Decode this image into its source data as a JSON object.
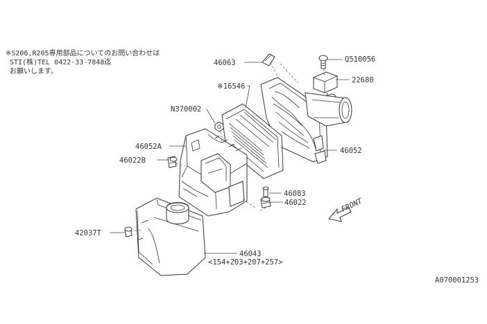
{
  "note": {
    "line1": "※S206,R205専用部品についてのお問い合わせは",
    "line2": "STI(株)TEL 0422-33-7848迄",
    "line3": "お願いします。"
  },
  "callouts": [
    {
      "key": "p46063",
      "text": "46063"
    },
    {
      "key": "q510056",
      "text": "Q510056"
    },
    {
      "key": "p22680",
      "text": "22680"
    },
    {
      "key": "p16546",
      "text": "※16546"
    },
    {
      "key": "n370002",
      "text": "N370002"
    },
    {
      "key": "p46052a",
      "text": "46052A"
    },
    {
      "key": "p46022b",
      "text": "46022B"
    },
    {
      "key": "p46052",
      "text": "46052"
    },
    {
      "key": "p46083",
      "text": "46083"
    },
    {
      "key": "p46022",
      "text": "46022"
    },
    {
      "key": "p42037t",
      "text": "42037T"
    },
    {
      "key": "p46043",
      "text": "46043"
    },
    {
      "key": "p46043sub",
      "text": "<154+203+207+257>"
    }
  ],
  "direction": {
    "label": "FRONT"
  },
  "diagram_id": "A070001253"
}
